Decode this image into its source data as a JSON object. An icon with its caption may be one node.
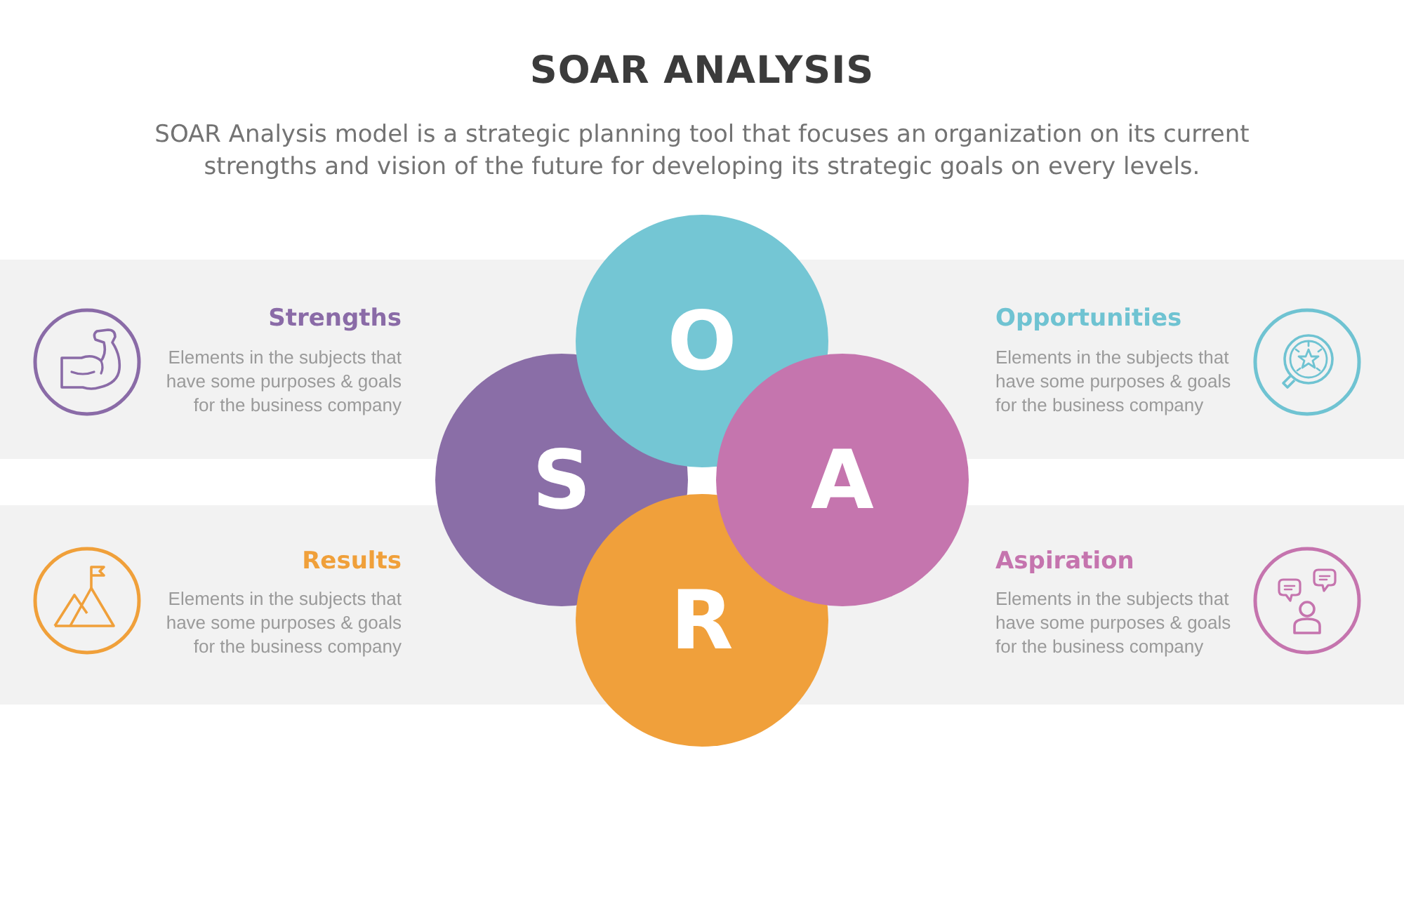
{
  "diagram": {
    "title": "SOAR ANALYSIS",
    "nodes": [
      {
        "text": [
          "Strengths",
          "Elements in the subjects that have some purposes & goals for the business company",
          "Opportunities",
          "Elements in the subjects that have some purposes & goals for the business company"
        ]
      },
      {
        "text": [
          "Results",
          "Elements in the subjects that have some purposes & goals for the business company",
          "Aspiration",
          "Elements in the subjects that have some purposes & goals for the business company"
        ]
      },
      {
        "text": [
          "S"
        ]
      },
      {
        "text": [
          "O"
        ]
      },
      {
        "text": [
          "A"
        ]
      },
      {
        "text": [
          "R"
        ]
      }
    ],
    "labels": [
      "SOAR Analysis model is a strategic planning tool that focuses an organization on its current strengths and vision of the future for developing its strategic goals on every levels."
    ]
  }
}
